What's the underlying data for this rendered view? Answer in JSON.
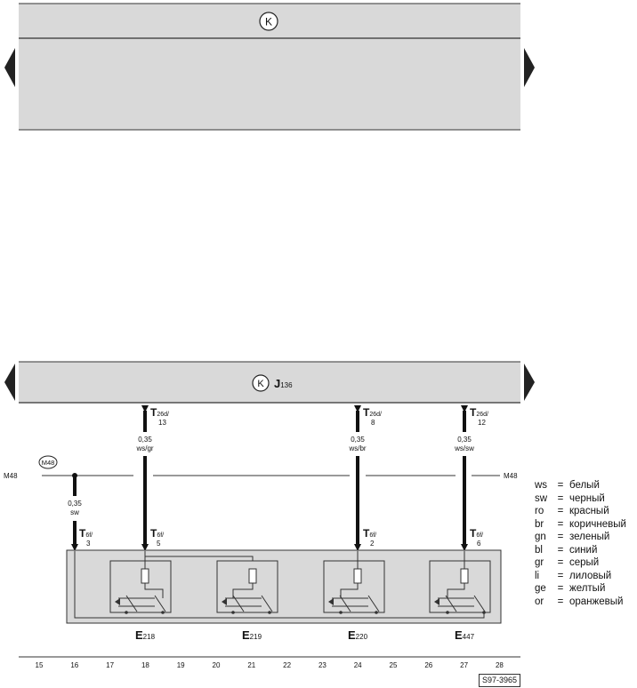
{
  "top_module": {
    "symbol": "K"
  },
  "module": {
    "symbol": "K",
    "name": "J",
    "name_sub": "136"
  },
  "ground": {
    "badge": "M48",
    "left_label": "M48",
    "right_label": "M48"
  },
  "wires": [
    {
      "id": "w18",
      "connector": "T",
      "conn_sub": "26d/",
      "pin": "13",
      "gauge": "0,35",
      "color": "ws/gr",
      "lower_sub": "6f/",
      "lower_pin": "5"
    },
    {
      "id": "w24",
      "connector": "T",
      "conn_sub": "26d/",
      "pin": "8",
      "gauge": "0,35",
      "color": "ws/br",
      "lower_sub": "6f/",
      "lower_pin": "2"
    },
    {
      "id": "w27",
      "connector": "T",
      "conn_sub": "26d/",
      "pin": "12",
      "gauge": "0,35",
      "color": "ws/sw",
      "lower_sub": "6f/",
      "lower_pin": "6"
    }
  ],
  "ground_wire": {
    "gauge": "0,35",
    "color": "sw",
    "lower_conn": "T",
    "lower_sub": "6f/",
    "lower_pin": "3"
  },
  "switches": [
    {
      "letter": "E",
      "sub": "218"
    },
    {
      "letter": "E",
      "sub": "219"
    },
    {
      "letter": "E",
      "sub": "220"
    },
    {
      "letter": "E",
      "sub": "447"
    }
  ],
  "scale": [
    "15",
    "16",
    "17",
    "18",
    "19",
    "20",
    "21",
    "22",
    "23",
    "24",
    "25",
    "26",
    "27",
    "28"
  ],
  "legend": [
    {
      "code": "ws",
      "eq": "=",
      "name": "белый"
    },
    {
      "code": "sw",
      "eq": "=",
      "name": "черный"
    },
    {
      "code": "ro",
      "eq": "=",
      "name": "красный"
    },
    {
      "code": "br",
      "eq": "=",
      "name": "коричневый"
    },
    {
      "code": "gn",
      "eq": "=",
      "name": "зеленый"
    },
    {
      "code": "bl",
      "eq": "=",
      "name": "синий"
    },
    {
      "code": "gr",
      "eq": "=",
      "name": "серый"
    },
    {
      "code": "li",
      "eq": "=",
      "name": "лиловый"
    },
    {
      "code": "ge",
      "eq": "=",
      "name": "желтый"
    },
    {
      "code": "or",
      "eq": "=",
      "name": "оранжевый"
    }
  ],
  "reference": "S97-3965"
}
